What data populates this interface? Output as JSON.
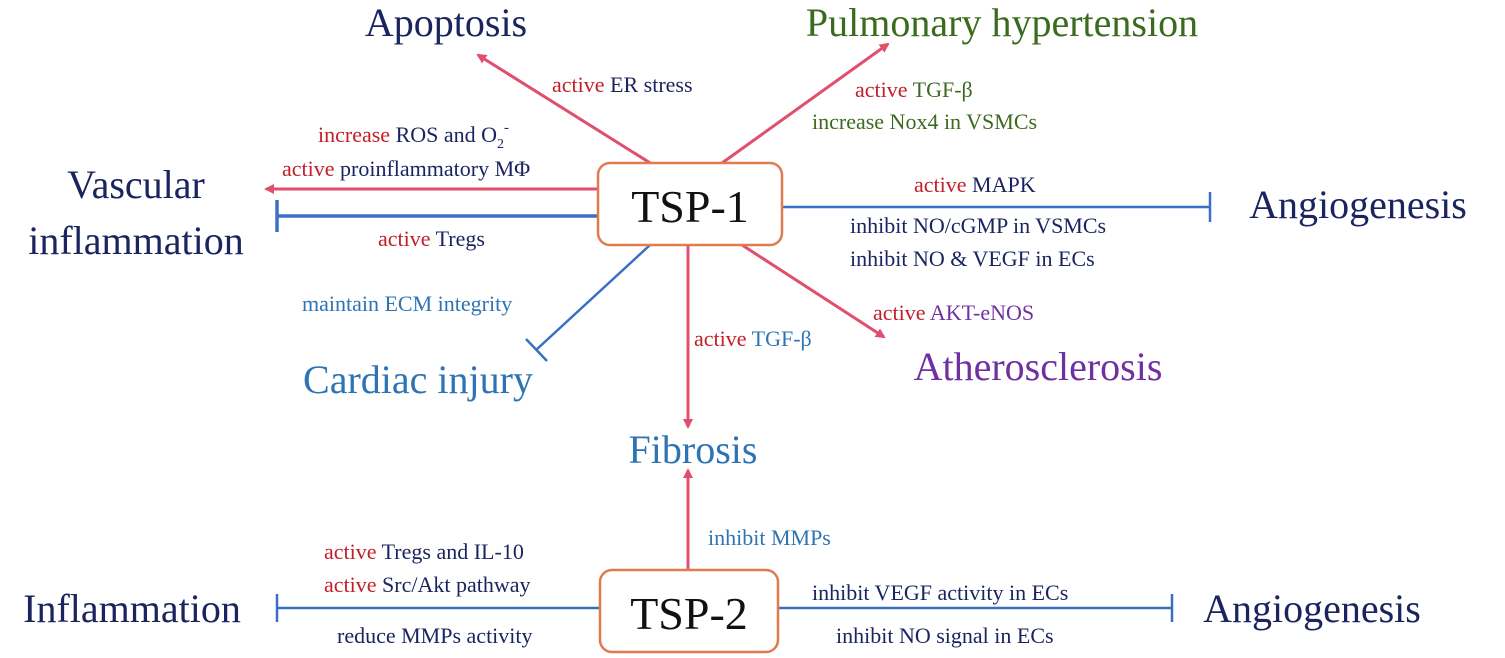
{
  "colors": {
    "navy": "#1a2560",
    "red": "#c0202a",
    "green": "#3b6b1e",
    "blue": "#2e74b5",
    "purple": "#7030a0",
    "activator": "#e0506e",
    "inhibitor": "#3a6fc4",
    "node_border": "#e07a4f"
  },
  "nodes": {
    "tsp1": "TSP-1",
    "tsp2": "TSP-2"
  },
  "outcomes": {
    "apoptosis": "Apoptosis",
    "pulmonary_hypertension": "Pulmonary hypertension",
    "vascular": "Vascular",
    "inflammation_word": "inflammation",
    "angiogenesis_1": "Angiogenesis",
    "cardiac_injury": "Cardiac injury",
    "atherosclerosis": "Atherosclerosis",
    "fibrosis": "Fibrosis",
    "inflammation_2": "Inflammation",
    "angiogenesis_2": "Angiogenesis"
  },
  "labels": {
    "apoptosis_verb": "active",
    "apoptosis_text": "ER stress",
    "ph_verb1": "active",
    "ph_text1": "TGF-β",
    "ph_line2": "increase Nox4 in VSMCs",
    "vi_verb1": "increase",
    "vi_text1": "ROS and O",
    "vi_sub": "2",
    "vi_sup": "-",
    "vi_verb2": "active",
    "vi_text2": "proinflammatory MΦ",
    "vi_verb3": "active",
    "vi_text3": "Tregs",
    "ang1_verb1": "active",
    "ang1_text1": "MAPK",
    "ang1_line2": "inhibit NO/cGMP in VSMCs",
    "ang1_line3": "inhibit NO & VEGF in ECs",
    "cardiac_text": "maintain ECM integrity",
    "athero_verb": "active",
    "athero_text": "AKT-eNOS",
    "fib_verb": "active",
    "fib_text": "TGF-β",
    "fib2_text": "inhibit MMPs",
    "inf2_verb1": "active",
    "inf2_text1": "Tregs and IL-10",
    "inf2_verb2": "active",
    "inf2_text2": "Src/Akt pathway",
    "inf2_line3": "reduce MMPs activity",
    "ang2_line1": "inhibit VEGF activity in ECs",
    "ang2_line2": "inhibit NO signal in ECs"
  }
}
